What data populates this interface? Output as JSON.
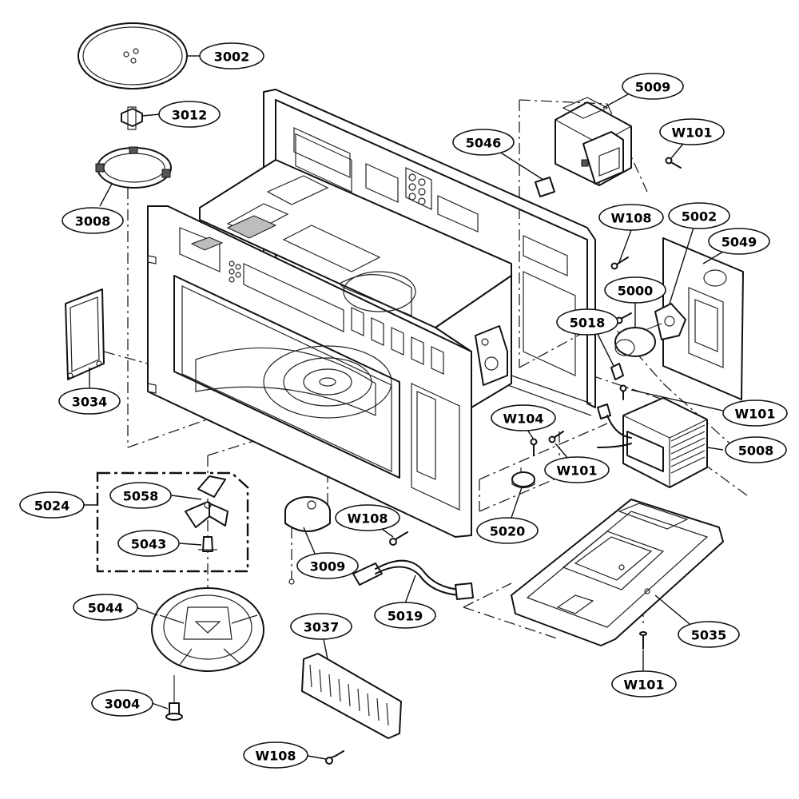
{
  "callouts": [
    {
      "id": "3002",
      "label": "3002"
    },
    {
      "id": "3012",
      "label": "3012"
    },
    {
      "id": "3008",
      "label": "3008"
    },
    {
      "id": "3034",
      "label": "3034"
    },
    {
      "id": "5024",
      "label": "5024"
    },
    {
      "id": "5058",
      "label": "5058"
    },
    {
      "id": "5043",
      "label": "5043"
    },
    {
      "id": "5044",
      "label": "5044"
    },
    {
      "id": "3004",
      "label": "3004"
    },
    {
      "id": "W108a",
      "label": "W108"
    },
    {
      "id": "3037",
      "label": "3037"
    },
    {
      "id": "3009",
      "label": "3009"
    },
    {
      "id": "W108b",
      "label": "W108"
    },
    {
      "id": "5019",
      "label": "5019"
    },
    {
      "id": "5020",
      "label": "5020"
    },
    {
      "id": "W104",
      "label": "W104"
    },
    {
      "id": "W101a",
      "label": "W101"
    },
    {
      "id": "5009",
      "label": "5009"
    },
    {
      "id": "W101b",
      "label": "W101"
    },
    {
      "id": "5046",
      "label": "5046"
    },
    {
      "id": "W108c",
      "label": "W108"
    },
    {
      "id": "5002",
      "label": "5002"
    },
    {
      "id": "5049",
      "label": "5049"
    },
    {
      "id": "5000",
      "label": "5000"
    },
    {
      "id": "5018",
      "label": "5018"
    },
    {
      "id": "W101c",
      "label": "W101"
    },
    {
      "id": "5008",
      "label": "5008"
    },
    {
      "id": "5035",
      "label": "5035"
    },
    {
      "id": "W101d",
      "label": "W101"
    }
  ]
}
